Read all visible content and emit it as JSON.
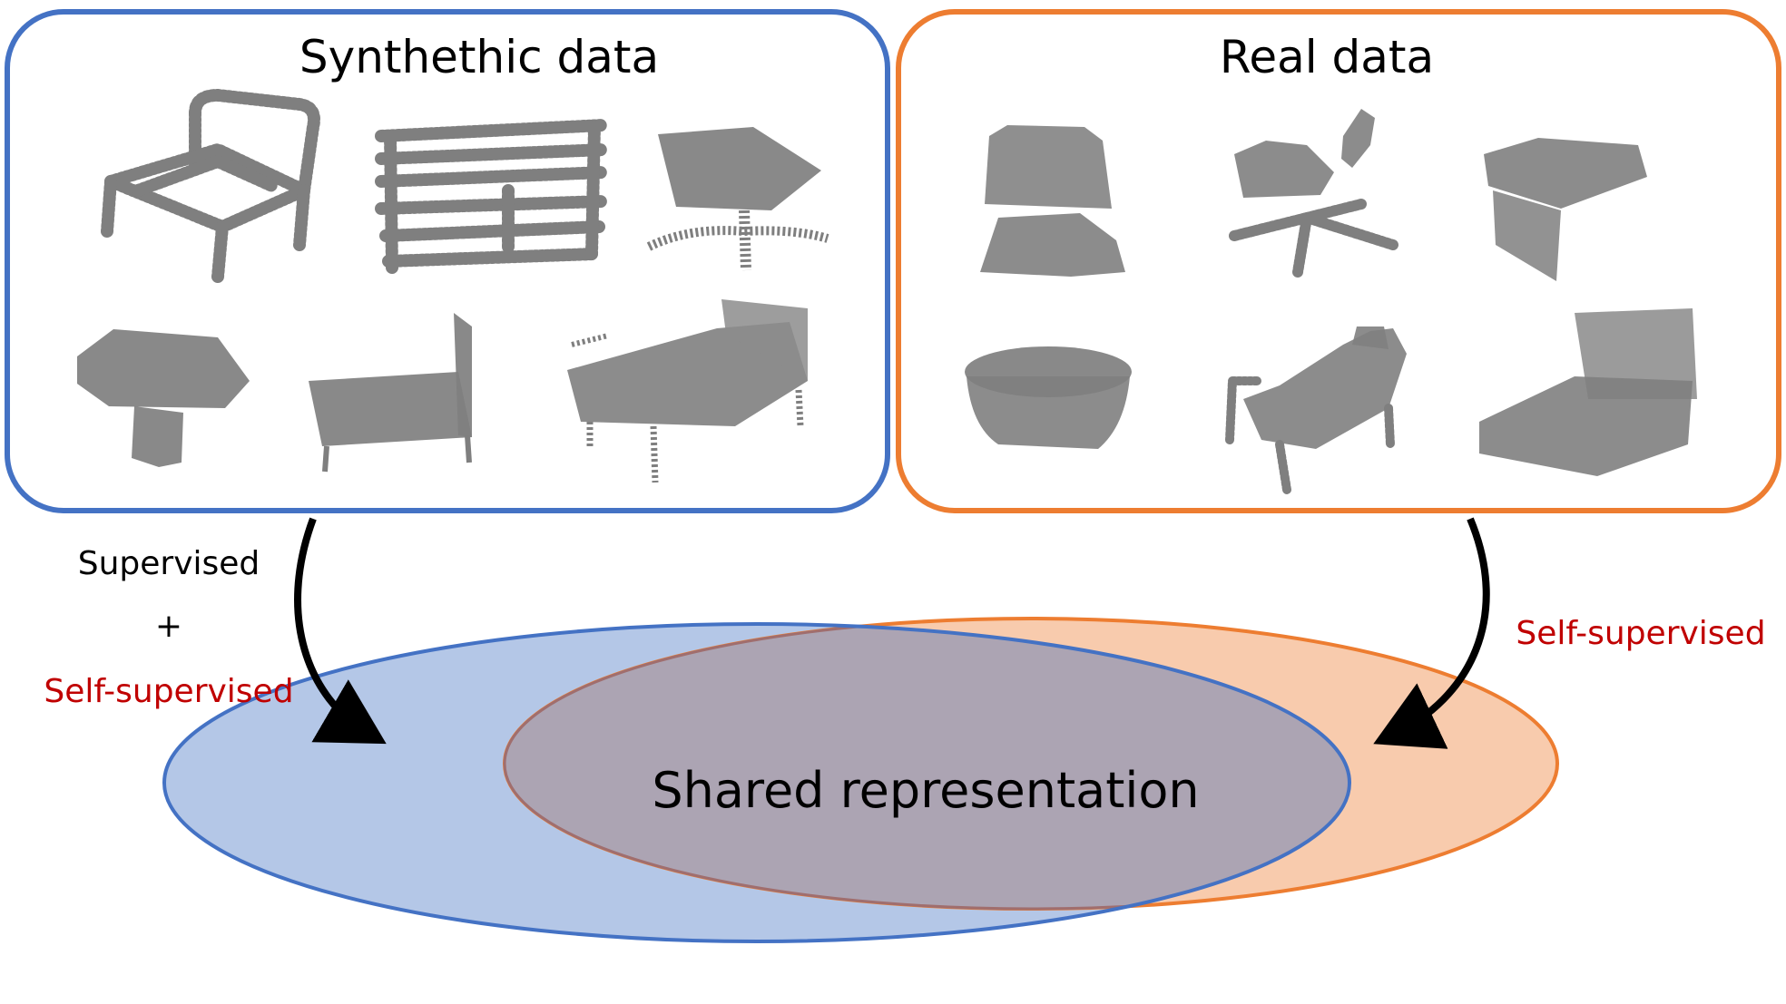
{
  "synthetic_panel": {
    "title": "Synthethic data",
    "border_color": "#4472C4"
  },
  "real_panel": {
    "title": "Real data",
    "border_color": "#ED7D31"
  },
  "left_arrow": {
    "label_line1": "Supervised",
    "label_plus": "+",
    "label_line3": "Self-supervised"
  },
  "right_arrow": {
    "label": "Self-supervised"
  },
  "shared": {
    "label": "Shared representation",
    "blue_fill": "#B4C7E7",
    "orange_fill": "#F8CBAD",
    "overlap_fill": "#ACA4B3"
  },
  "colors": {
    "self_supervised_text": "#C00000",
    "point_cloud_gray": "#7F7F7F"
  },
  "point_cloud_objects": {
    "synthetic": [
      "chair-icon",
      "bookshelf-icon",
      "table-icon",
      "stool-icon",
      "bench-icon",
      "bed-icon"
    ],
    "real": [
      "lamp-icon",
      "office-chair-icon",
      "desk-icon",
      "ottoman-icon",
      "armchair-icon",
      "sofa-icon"
    ]
  }
}
